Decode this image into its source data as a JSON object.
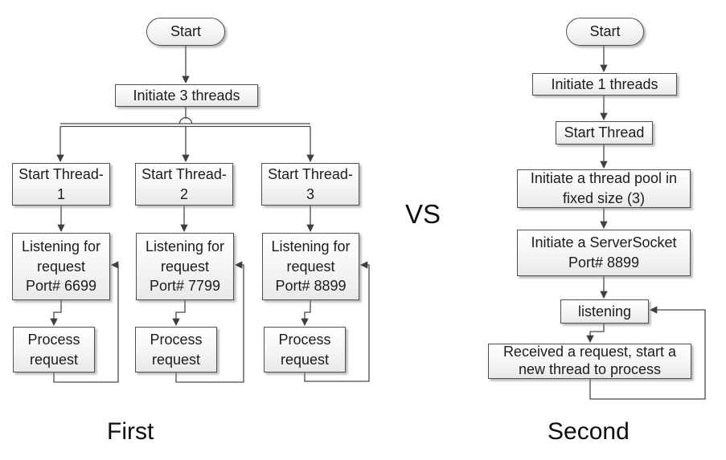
{
  "diagram": {
    "vs_label": "VS",
    "colors": {
      "line": "#4a4a4a",
      "arrowhead": "#3f3f3f",
      "box_border": "#4f4f4f",
      "box_fill_top": "#ffffff",
      "box_fill_bottom": "#e9e9e9",
      "text": "#1c1c1c",
      "background": "#ffffff"
    },
    "first": {
      "caption": "First",
      "nodes": {
        "start": "Start",
        "initiate_threads": "Initiate 3 threads",
        "start_thread_1": "Start Thread-\n1",
        "start_thread_2": "Start Thread-\n2",
        "start_thread_3": "Start Thread-\n3",
        "listening_1": "Listening for\nrequest\nPort# 6699",
        "listening_2": "Listening for\nrequest\nPort# 7799",
        "listening_3": "Listening for\nrequest\nPort# 8899",
        "process_1": "Process\nrequest",
        "process_2": "Process\nrequest",
        "process_3": "Process\nrequest"
      }
    },
    "second": {
      "caption": "Second",
      "nodes": {
        "start": "Start",
        "initiate_threads": "Initiate 1 threads",
        "start_thread": "Start Thread",
        "thread_pool": "Initiate a thread pool in\nfixed size (3)",
        "server_socket": "Initiate a ServerSocket\nPort# 8899",
        "listening": "listening",
        "received_request": "Received a request, start a\nnew thread to process"
      }
    }
  }
}
